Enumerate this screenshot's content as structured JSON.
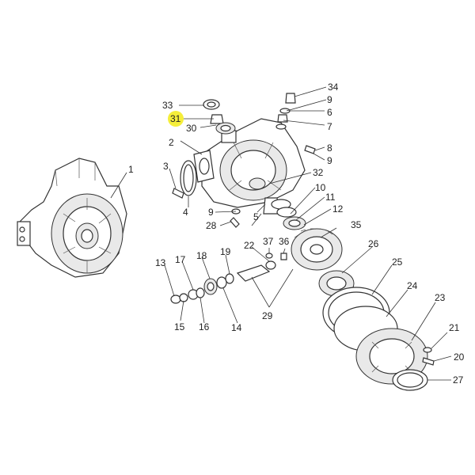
{
  "diagram": {
    "highlight_color": "#f5ee3a",
    "highlighted_label": "31",
    "labels": {
      "l1": "1",
      "l2": "2",
      "l3": "3",
      "l4": "4",
      "l5": "5",
      "l6": "6",
      "l7": "7",
      "l8": "8",
      "l9a": "9",
      "l9b": "9",
      "l9c": "9",
      "l10": "10",
      "l11": "11",
      "l12": "12",
      "l13": "13",
      "l14": "14",
      "l15": "15",
      "l16": "16",
      "l17": "17",
      "l18": "18",
      "l19": "19",
      "l20": "20",
      "l21": "21",
      "l22": "22",
      "l23": "23",
      "l24": "24",
      "l25": "25",
      "l26": "26",
      "l27": "27",
      "l28": "28",
      "l29": "29",
      "l30": "30",
      "l31": "31",
      "l32": "32",
      "l33": "33",
      "l34": "34",
      "l35": "35",
      "l36": "36",
      "l37": "37"
    }
  }
}
